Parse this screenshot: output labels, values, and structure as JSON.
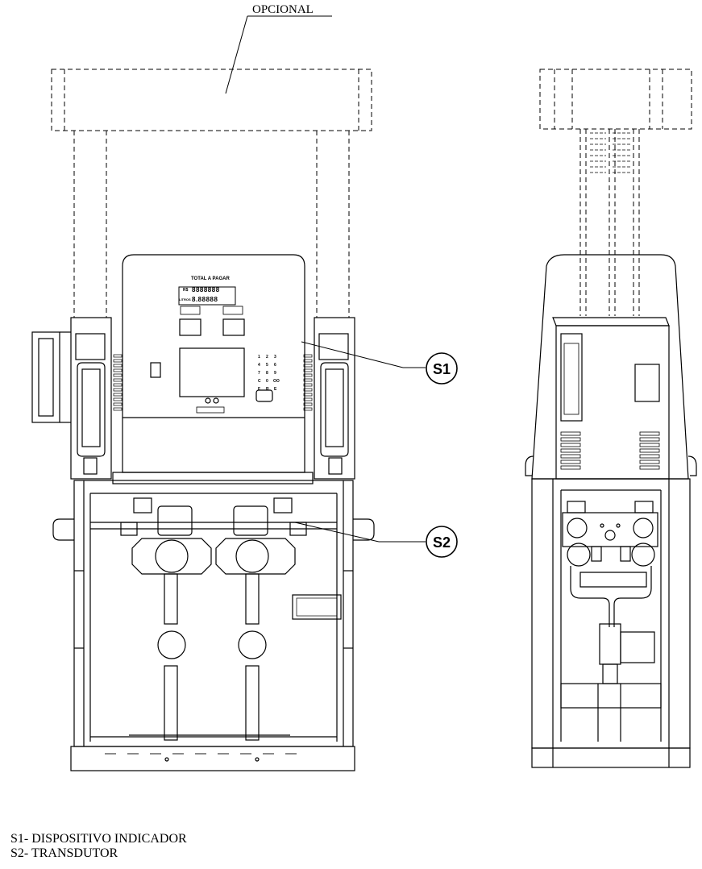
{
  "drawing": {
    "optional_label": "OPCIONAL",
    "callouts": [
      {
        "id": "S1",
        "label": "S1"
      },
      {
        "id": "S2",
        "label": "S2"
      }
    ],
    "display": {
      "title": "TOTAL A PAGAR",
      "row1_unit": "R$",
      "row1_value": "8888888",
      "row2_unit": "LITROS",
      "row2_value": "8.88888"
    },
    "keypad": [
      "1",
      "2",
      "3",
      "4",
      "5",
      "6",
      "7",
      "8",
      "9",
      "C",
      "0",
      "OO",
      "F",
      "R",
      "E"
    ]
  },
  "legend": [
    {
      "text": "S1- DISPOSITIVO INDICADOR"
    },
    {
      "text": "S2- TRANSDUTOR"
    }
  ]
}
